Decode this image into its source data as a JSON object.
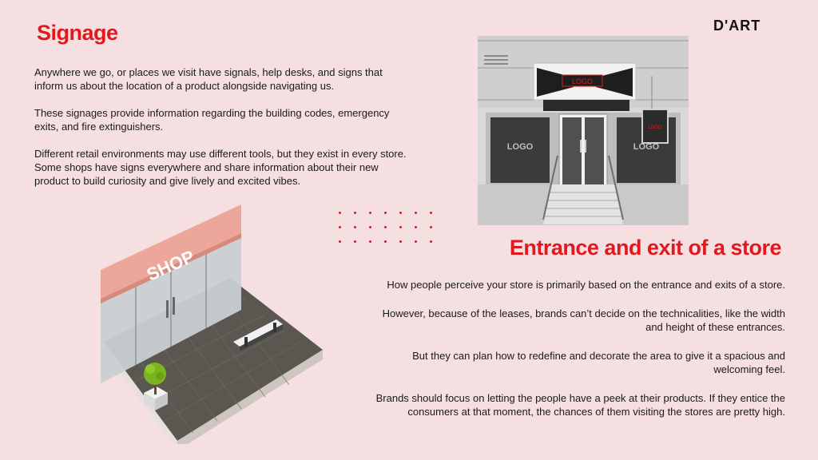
{
  "brand": {
    "logo": "D'ART"
  },
  "signage": {
    "title": "Signage",
    "paragraphs": [
      "Anywhere we go, or places we visit have signals, help desks, and signs that inform us about the location of a product alongside navigating us.",
      "These signages provide information regarding the building codes, emergency exits, and fire extinguishers.",
      "Different retail environments may use different tools, but they exist in every store. Some shops have signs everywhere and share information about their new product to build curiosity and give lively and excited vibes."
    ]
  },
  "entrance": {
    "title": "Entrance and exit of a store",
    "paragraphs": [
      "How people perceive your store is primarily based on the entrance and exits of a store.",
      "However, because of the leases, brands can’t decide on the technicalities, like the width and height of these entrances.",
      "But they can plan how to redefine and decorate the area to give it a spacious and welcoming feel.",
      "Brands should focus on letting the people have a peek at their products. If they entice the consumers at that moment, the chances of them visiting the stores are pretty high."
    ]
  },
  "storefront_image": {
    "sign_text": "LOGO",
    "window_left_text": "LOGO",
    "window_right_text": "LOGO",
    "hanging_sign_text": "LOGO"
  },
  "shop_illustration": {
    "sign_text": "SHOP"
  },
  "colors": {
    "accent": "#e0191f",
    "background": "#f6dfe0"
  }
}
